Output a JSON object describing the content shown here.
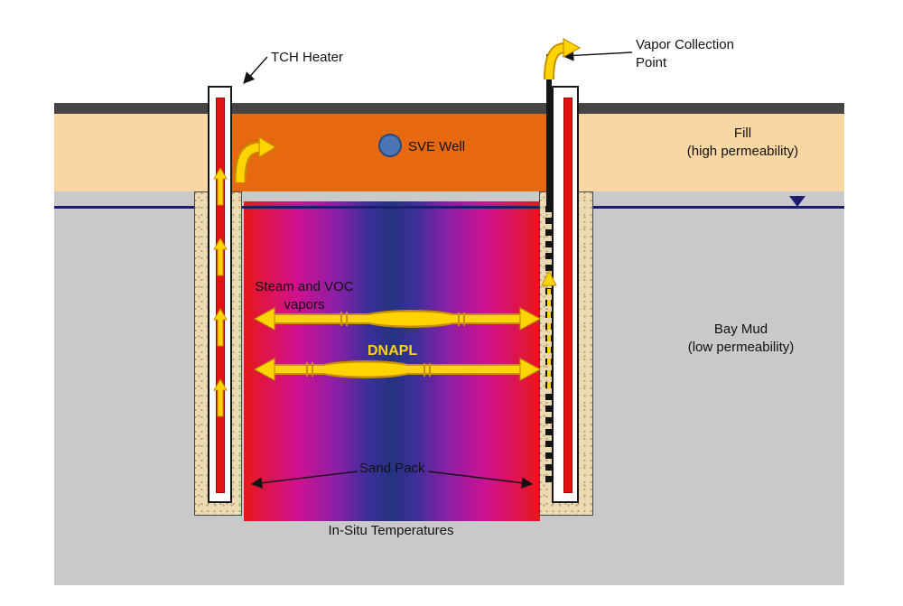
{
  "diagram": {
    "labels": {
      "tch_heater": "TCH Heater",
      "vapor_collection_line1": "Vapor Collection",
      "vapor_collection_line2": "Point",
      "sve_well": "SVE Well",
      "fill_line1": "Fill",
      "fill_line2": "(high permeability)",
      "bay_mud_line1": "Bay Mud",
      "bay_mud_line2": "(low permeability)",
      "steam_voc_line1": "Steam and VOC",
      "steam_voc_line2": "vapors",
      "dnapl": "DNAPL",
      "sand_pack": "Sand Pack",
      "insitu": "In-Situ Temperatures"
    },
    "colors": {
      "surface": "#454545",
      "fill_layer": "#f8d7a2",
      "heated_fill": "#e7690f",
      "bay_mud": "#c9c9c9",
      "water_table": "#1d1d70",
      "sand_pack": "#ecdab4",
      "heater_rod": "#e01212",
      "arrow_yellow": "#ffd400",
      "sve_marker": "#4a74b4",
      "gradient_edge": "#e81717",
      "gradient_mid": "#cf1190",
      "gradient_center": "#24337f"
    }
  }
}
